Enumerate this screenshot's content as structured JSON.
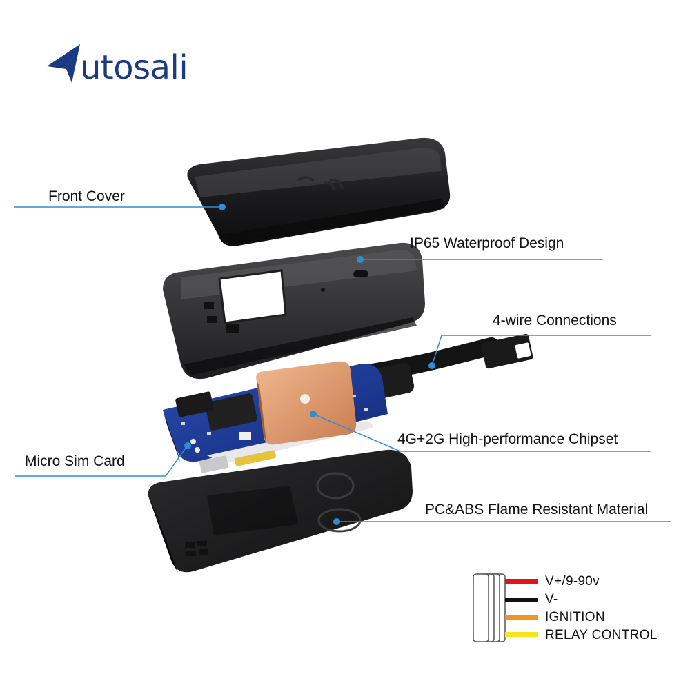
{
  "brand": {
    "name": "utosali",
    "color": "#1b3a84"
  },
  "callouts": {
    "front_cover": "Front Cover",
    "waterproof": "IP65 Waterproof Design",
    "wire_connections": "4-wire Connections",
    "chipset": "4G+2G High-performance Chipset",
    "sim_card": "Micro Sim Card",
    "material": "PC&ABS Flame Resistant Material"
  },
  "wiring": [
    {
      "label": "V+/9-90v",
      "color": "#e0141b"
    },
    {
      "label": "V-",
      "color": "#111111"
    },
    {
      "label": "IGNITION",
      "color": "#f0961e"
    },
    {
      "label": "RELAY CONTROL",
      "color": "#f5e61e"
    }
  ],
  "leader_color": "#2a8fd6"
}
